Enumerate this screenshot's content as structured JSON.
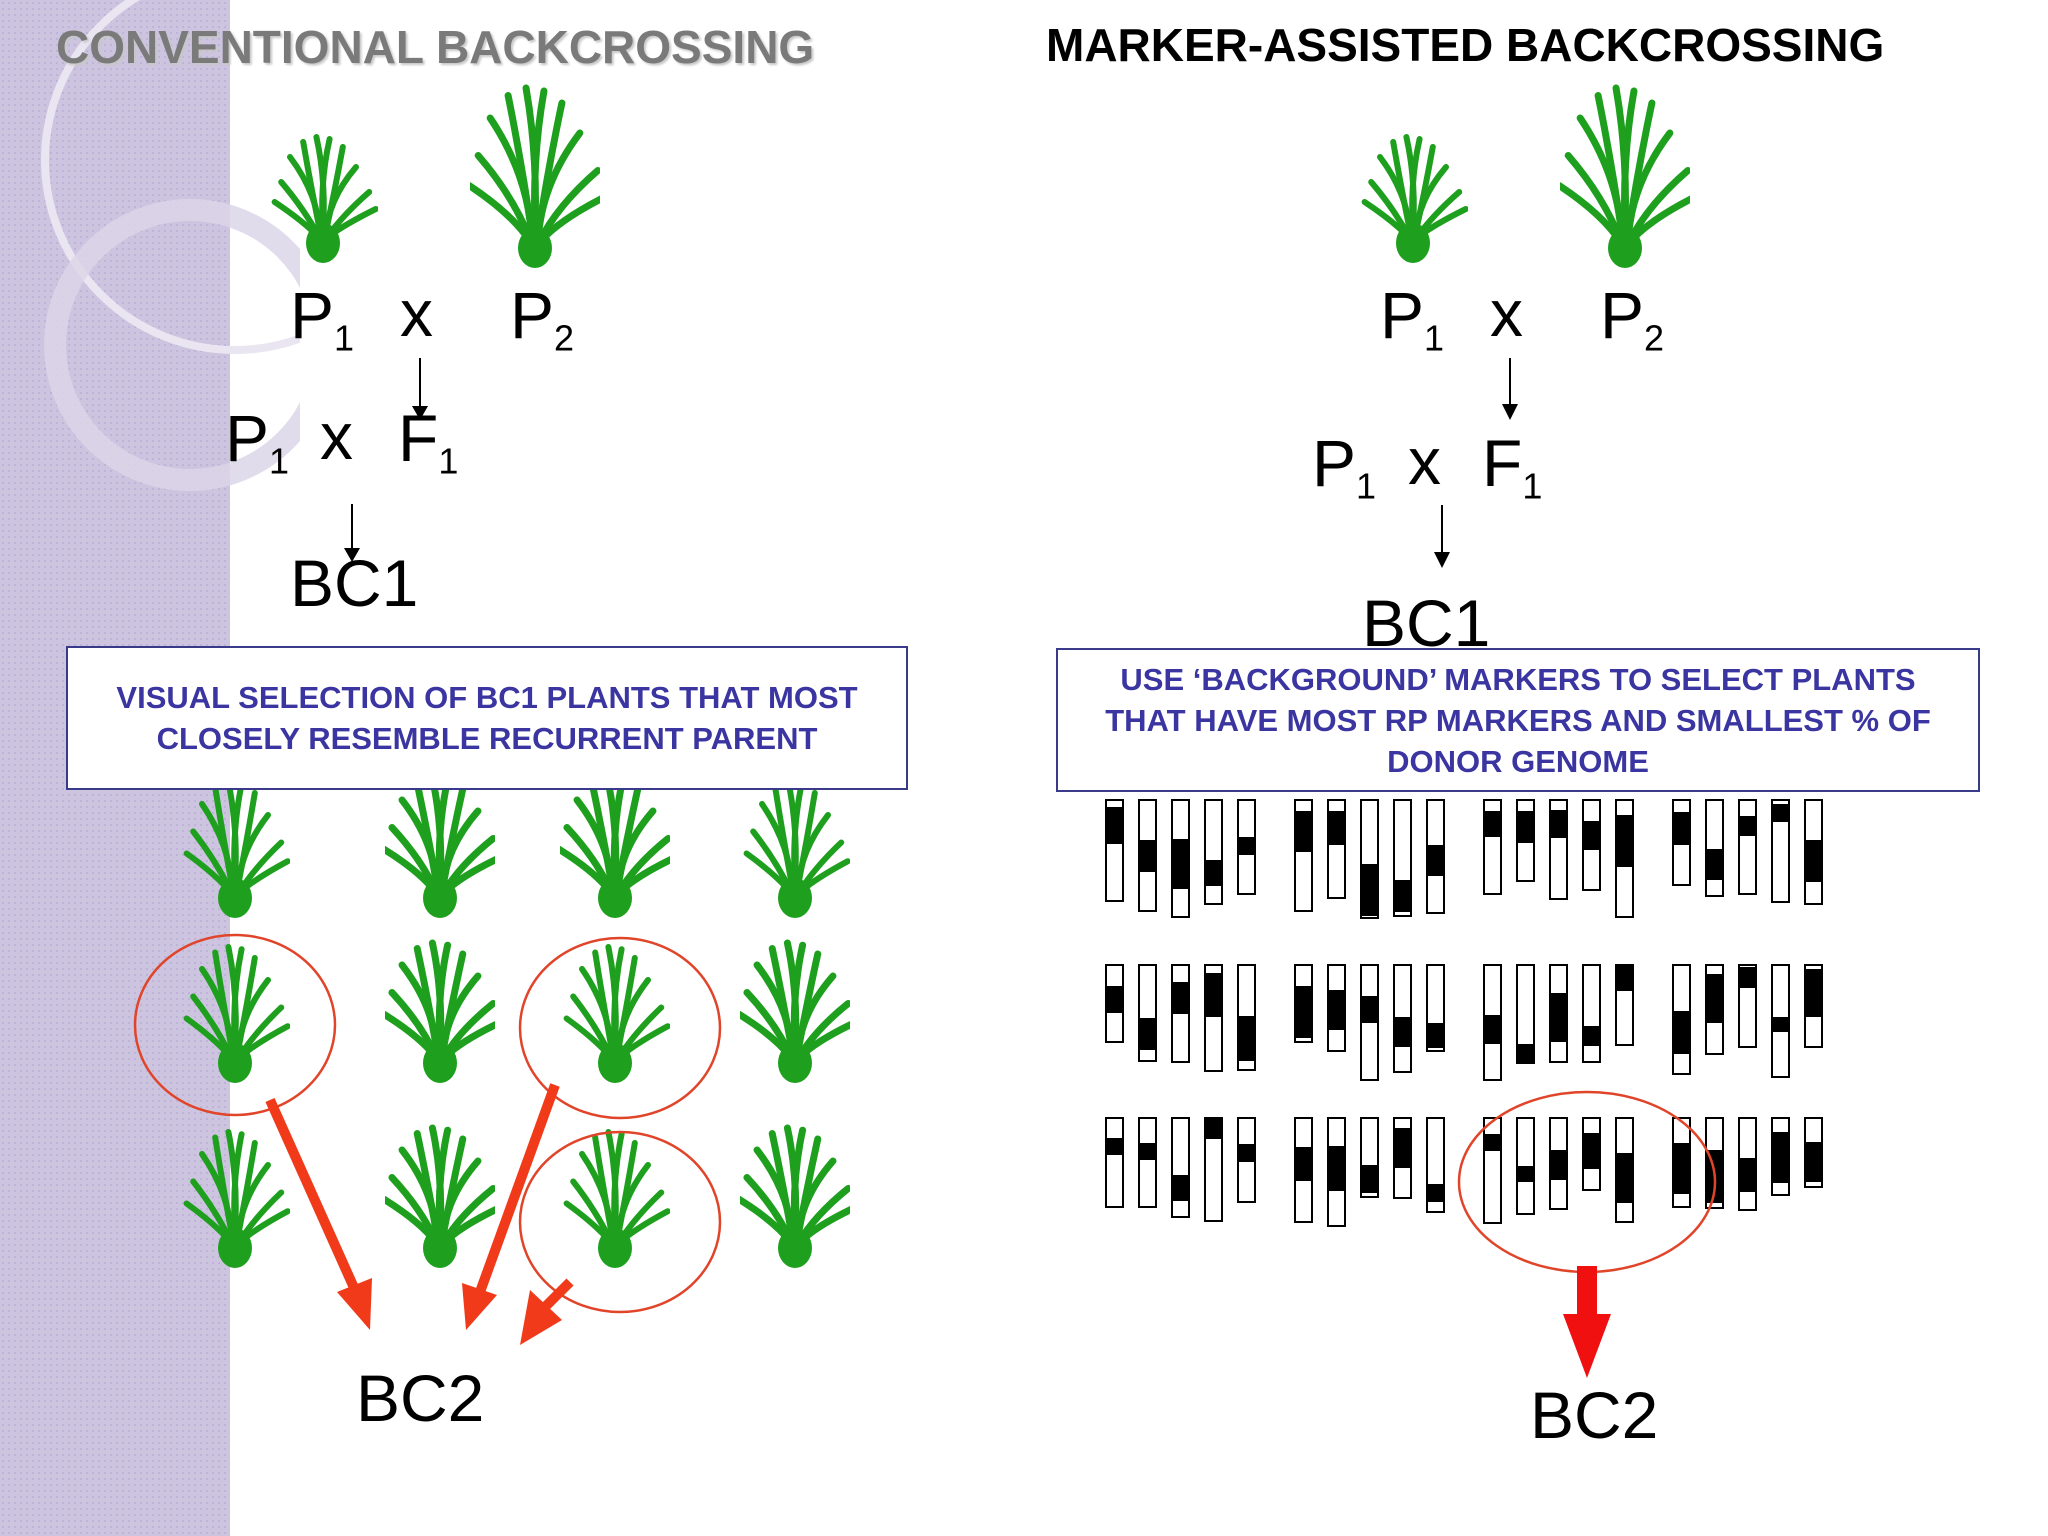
{
  "left": {
    "title": "CONVENTIONAL BACKCROSSING",
    "p1": "P",
    "p1_sub": "1",
    "cross": "x",
    "p2": "P",
    "p2_sub": "2",
    "bc_p1": "P",
    "bc_p1_sub": "1",
    "bc_cross": "x",
    "f1": "F",
    "f1_sub": "1",
    "bc1": "BC1",
    "selection_text": "VISUAL SELECTION OF BC1 PLANTS THAT MOST CLOSELY RESEMBLE RECURRENT PARENT",
    "bc2": "BC2"
  },
  "right": {
    "title": "MARKER-ASSISTED BACKCROSSING",
    "p1": "P",
    "p1_sub": "1",
    "cross": "x",
    "p2": "P",
    "p2_sub": "2",
    "bc_p1": "P",
    "bc_p1_sub": "1",
    "bc_cross": "x",
    "f1": "F",
    "f1_sub": "1",
    "bc1": "BC1",
    "selection_text": "USE ‘BACKGROUND’ MARKERS TO SELECT PLANTS THAT HAVE MOST RP MARKERS AND SMALLEST % OF DONOR GENOME",
    "bc2": "BC2"
  },
  "colors": {
    "plant": "#1ea01e",
    "arrow": "#f03a1a",
    "circle": "#e0452a",
    "box_text": "#3a35a0",
    "sidebar": "#cfc6e2"
  }
}
